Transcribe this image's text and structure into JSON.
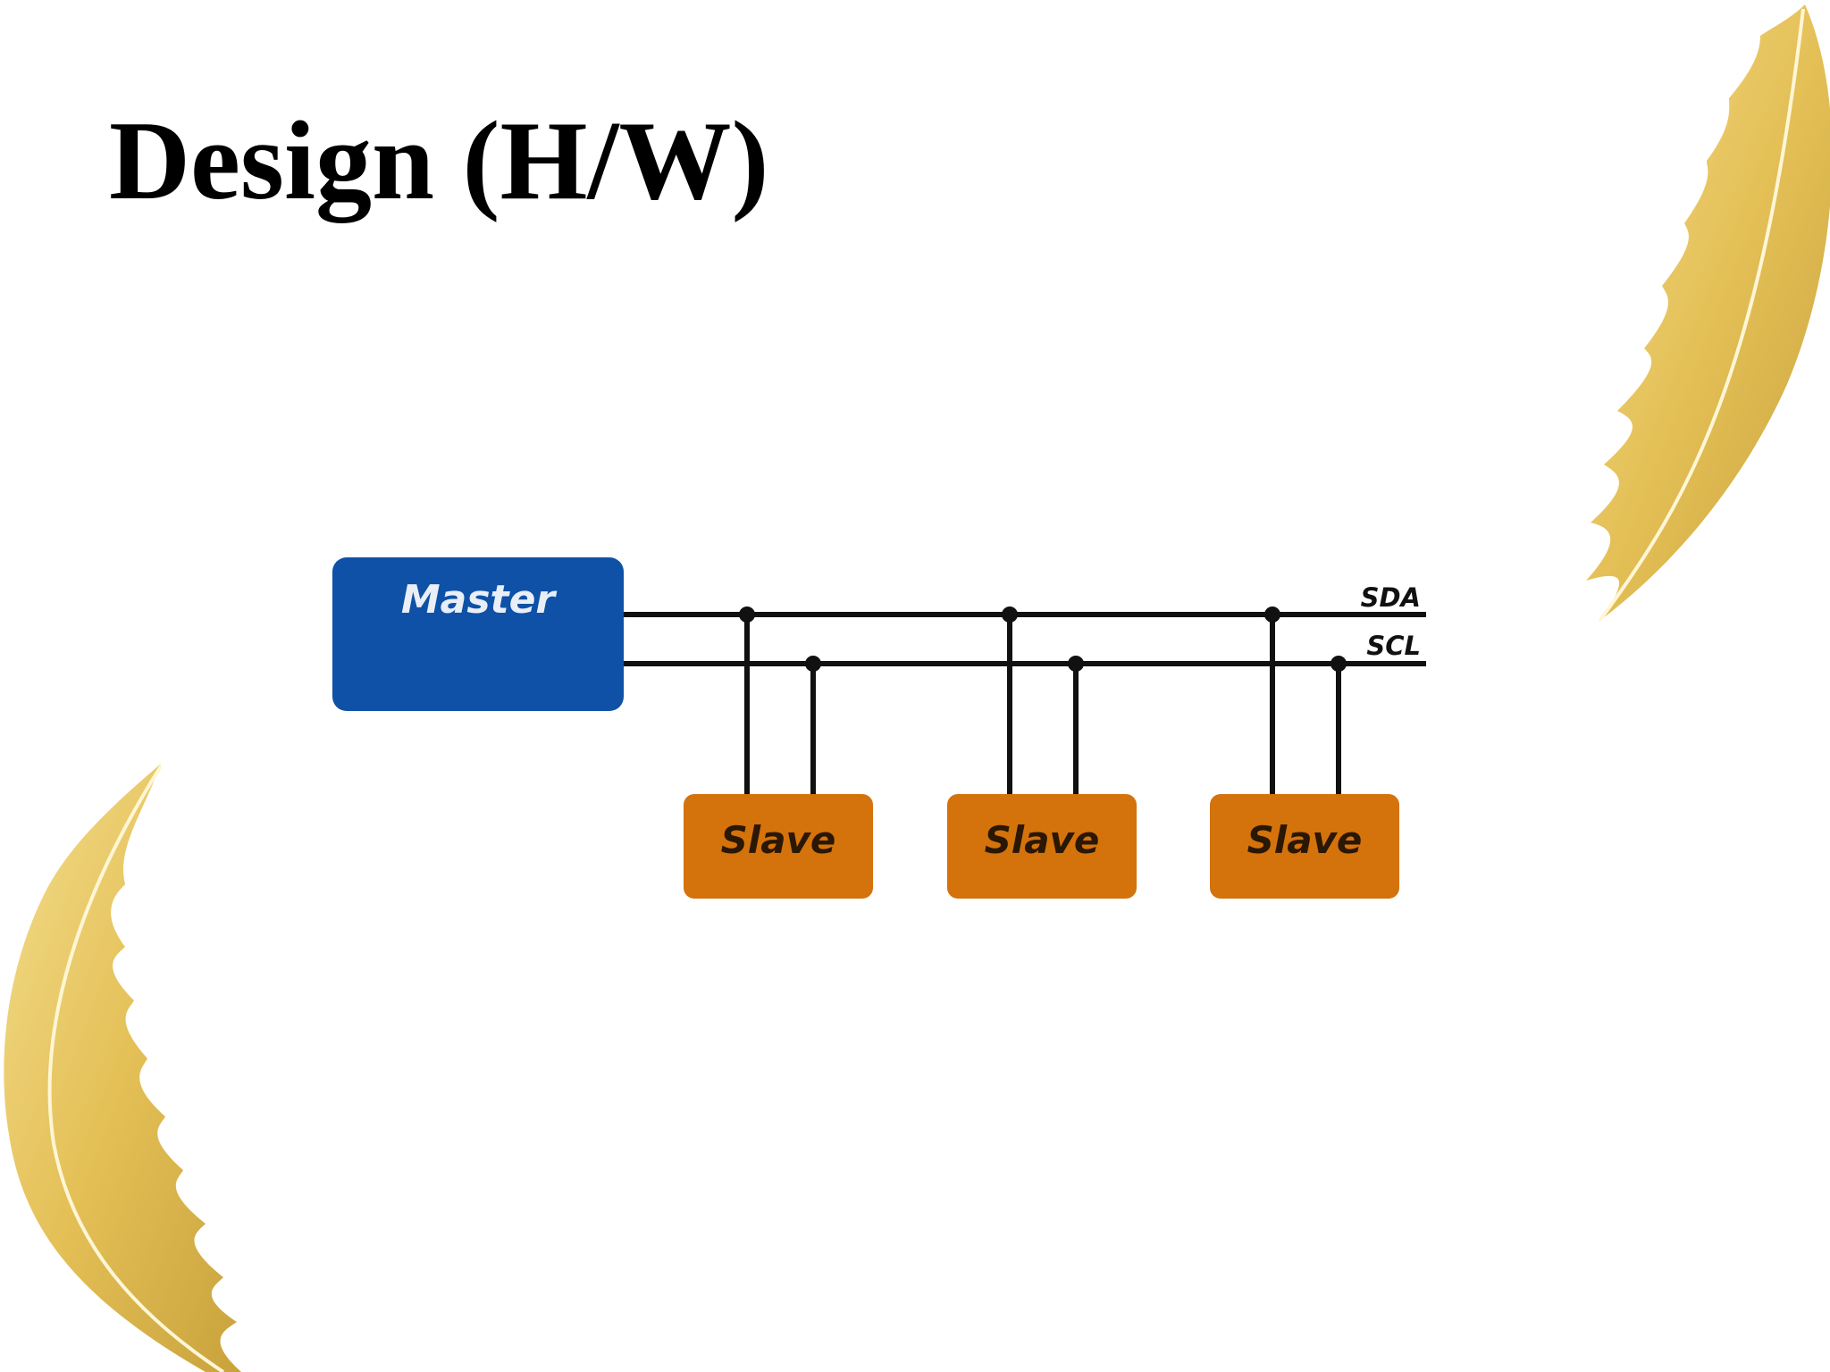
{
  "slide": {
    "title": "Design (H/W)"
  },
  "diagram": {
    "master_label": "Master",
    "slave_labels": [
      "Slave",
      "Slave",
      "Slave"
    ],
    "bus_labels": {
      "sda": "SDA",
      "scl": "SCL"
    }
  },
  "colors": {
    "master": "#0e51a7",
    "slave": "#d4720c",
    "bus": "#111111",
    "feather": "#e6c35a"
  }
}
